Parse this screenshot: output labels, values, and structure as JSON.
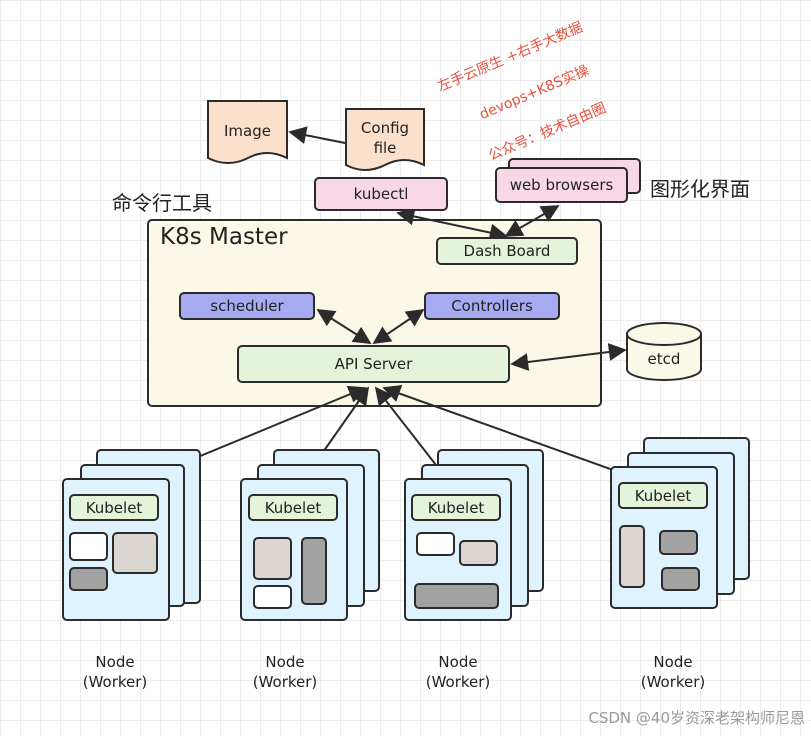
{
  "annotations": {
    "line1": "左手云原生 +右手大数据",
    "line2": "devops+K8S实操",
    "line3": "公众号：技术自由圈"
  },
  "cli_label": "命令行工具",
  "gui_label": "图形化界面",
  "image_label": "Image",
  "config_label": "Config\nfile",
  "kubectl_label": "kubectl",
  "web_label": "web browsers",
  "master": {
    "title": "K8s Master",
    "dashboard": "Dash Board",
    "scheduler": "scheduler",
    "controllers": "Controllers",
    "api_server": "API Server"
  },
  "etcd_label": "etcd",
  "nodes": [
    {
      "kubelet": "Kubelet",
      "label": "Node\n(Worker)"
    },
    {
      "kubelet": "Kubelet",
      "label": "Node\n(Worker)"
    },
    {
      "kubelet": "Kubelet",
      "label": "Node\n(Worker)"
    },
    {
      "kubelet": "Kubelet",
      "label": "Node\n(Worker)"
    }
  ],
  "watermark": "CSDN @40岁资深老架构师尼恩",
  "colors": {
    "master_fill": "#fcf8e8",
    "annotation": "#e8503d",
    "node_fill": "#dff3ff"
  }
}
